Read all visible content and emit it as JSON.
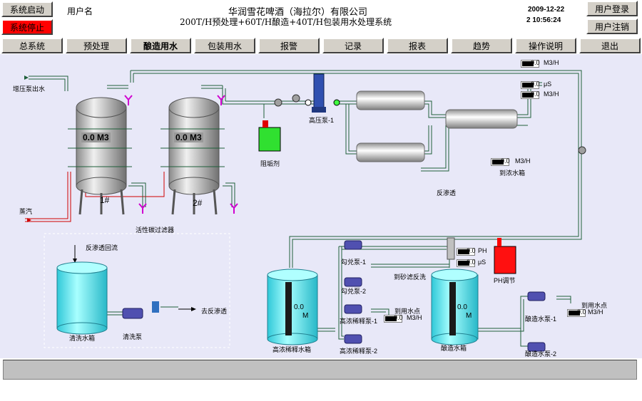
{
  "header": {
    "btn_start": "系统启动",
    "btn_stop": "系统停止",
    "user_label": "用户名",
    "company": "华润雪花啤酒（海拉尔）有限公司",
    "subtitle": "200T/H预处理+60T/H酿造+40T/H包装用水处理系统",
    "date": "2009-12-22",
    "time": "2 10:56:24",
    "btn_login": "用户登录",
    "btn_logout": "用户注销"
  },
  "nav": {
    "items": [
      "总系统",
      "预处理",
      "酿造用水",
      "包装用水",
      "报警",
      "记录",
      "报表",
      "趋势",
      "操作说明",
      "退出"
    ],
    "active_index": 2
  },
  "diagram": {
    "inlet_label": "增压泵出水",
    "steam_label": "蒸汽",
    "tank1_label": "1#",
    "tank2_label": "2#",
    "tank1_value": "0.0 M3",
    "tank2_value": "0.0 M3",
    "carbon_filter_label": "活性碳过滤器",
    "antiscalant_label": "阻垢剂",
    "hp_pump_label": "高压泵-1",
    "ro_label": "反渗透",
    "conc_tank_label": "到浓水箱",
    "flow_top_unit": "M3/H",
    "flow_top_value": "0.0",
    "cond_value": "0.0",
    "cond_unit": "μS",
    "flow2_value": "0.0",
    "flow2_unit": "M3/H",
    "conc_flow_value": "0.0",
    "conc_flow_unit": "M3/H",
    "clean_in_label": "反渗透回流",
    "clean_out_label": "去反渗透",
    "clean_tank_label": "清洗水箱",
    "clean_pump_label": "清洗泵",
    "dilute_tank_label": "高浓稀释水箱",
    "dilute_tank_value": "0.0",
    "dilute_tank_unit": "M",
    "mix_pump1_label": "勾兑泵-1",
    "mix_pump2_label": "勾兑泵-2",
    "hc_pump1_label": "高浓稀释泵-1",
    "hc_pump2_label": "高浓稀释泵-2",
    "to_use1_label": "到用水点",
    "use1_value": "0.0",
    "use1_unit": "M3/H",
    "sand_label": "到砂滤反洗",
    "ph_value": "0.0",
    "ph_unit": "PH",
    "cond2_value": "0.0",
    "cond2_unit": "μS",
    "ph_adjust_label": "PH调节",
    "brew_tank_label": "酿造水箱",
    "brew_tank_value": "0.0",
    "brew_tank_unit": "M",
    "brew_pump1_label": "酿造水泵-1",
    "brew_pump2_label": "酿造水泵-2",
    "to_use2_label": "到用水点",
    "use2_value": "0.0",
    "use2_unit": "M3/H"
  },
  "colors": {
    "canvas": "#e8e8f8",
    "pipe": "#1f6f3f",
    "water": "#33e0e8",
    "pump": "#4040a0",
    "red": "#ff0000",
    "green": "#00cc00"
  }
}
